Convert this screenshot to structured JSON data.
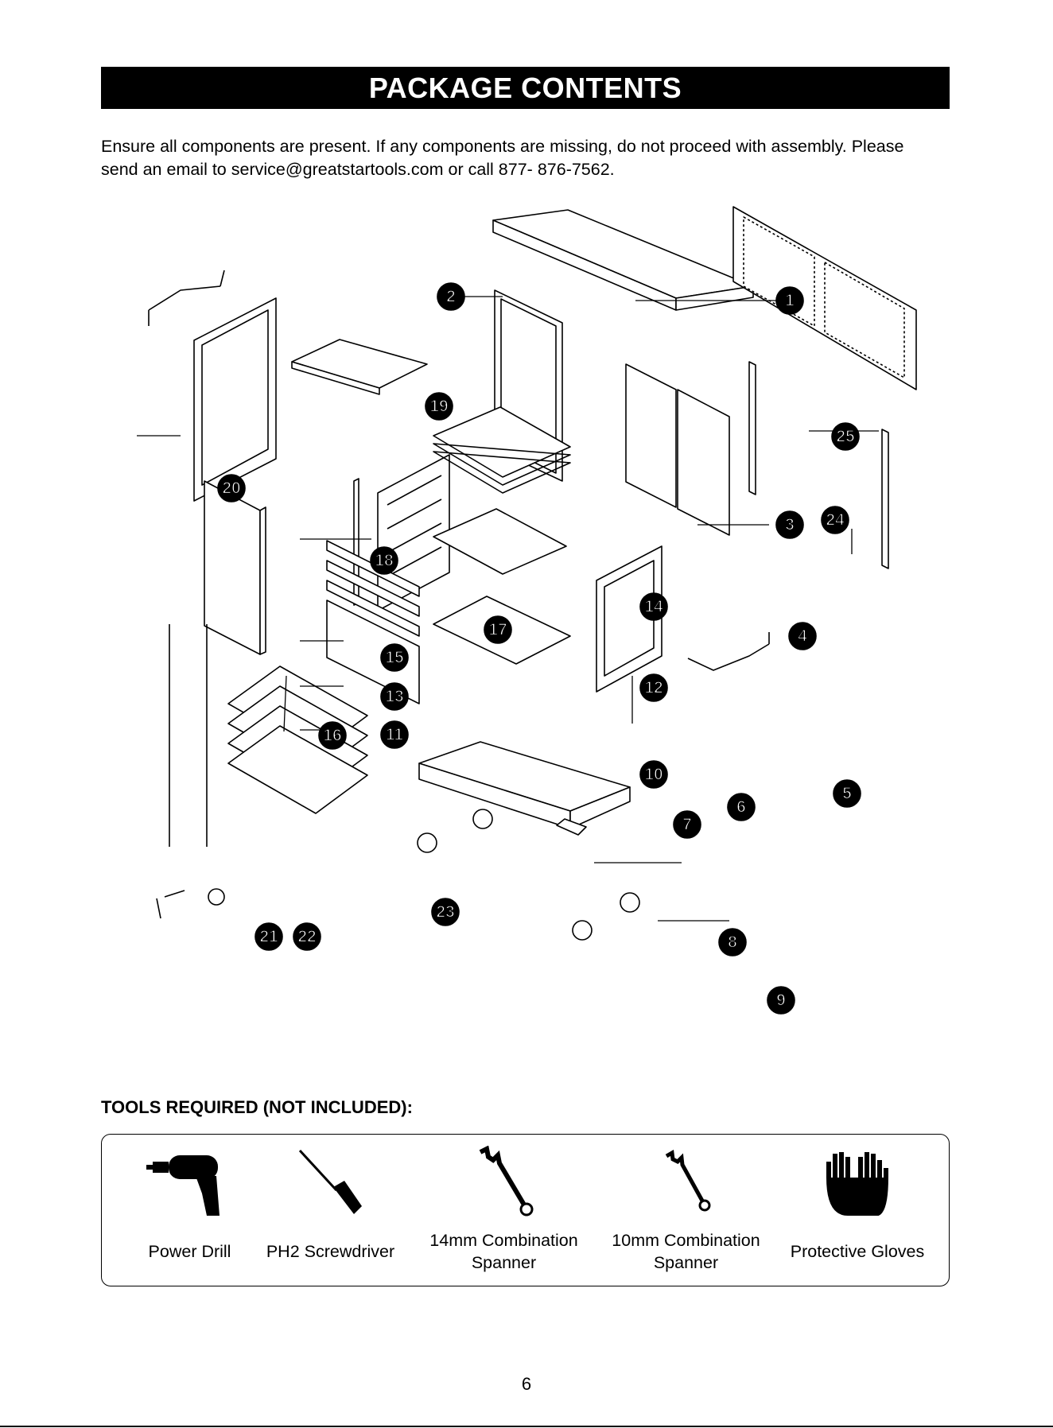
{
  "header": {
    "title": "PACKAGE CONTENTS"
  },
  "intro": {
    "line1": "Ensure all components are present. If any components are missing, do not proceed with assembly. Please",
    "line2": "send an email to service@greatstartools.com or call 877- 876-7562."
  },
  "callouts": [
    "1",
    "2",
    "3",
    "4",
    "5",
    "6",
    "7",
    "8",
    "9",
    "10",
    "11",
    "12",
    "13",
    "14",
    "15",
    "16",
    "17",
    "18",
    "19",
    "20",
    "21",
    "22",
    "23",
    "24",
    "25"
  ],
  "tools": {
    "heading": "TOOLS REQUIRED (NOT INCLUDED):",
    "items": [
      {
        "label": "Power Drill",
        "icon": "power-drill-icon"
      },
      {
        "label": "PH2 Screwdriver",
        "icon": "screwdriver-icon"
      },
      {
        "label": "14mm Combination\nSpanner",
        "icon": "wrench-icon"
      },
      {
        "label": "10mm Combination\nSpanner",
        "icon": "wrench-icon"
      },
      {
        "label": "Protective Gloves",
        "icon": "gloves-icon"
      }
    ]
  },
  "footer": {
    "page_number": "6"
  }
}
